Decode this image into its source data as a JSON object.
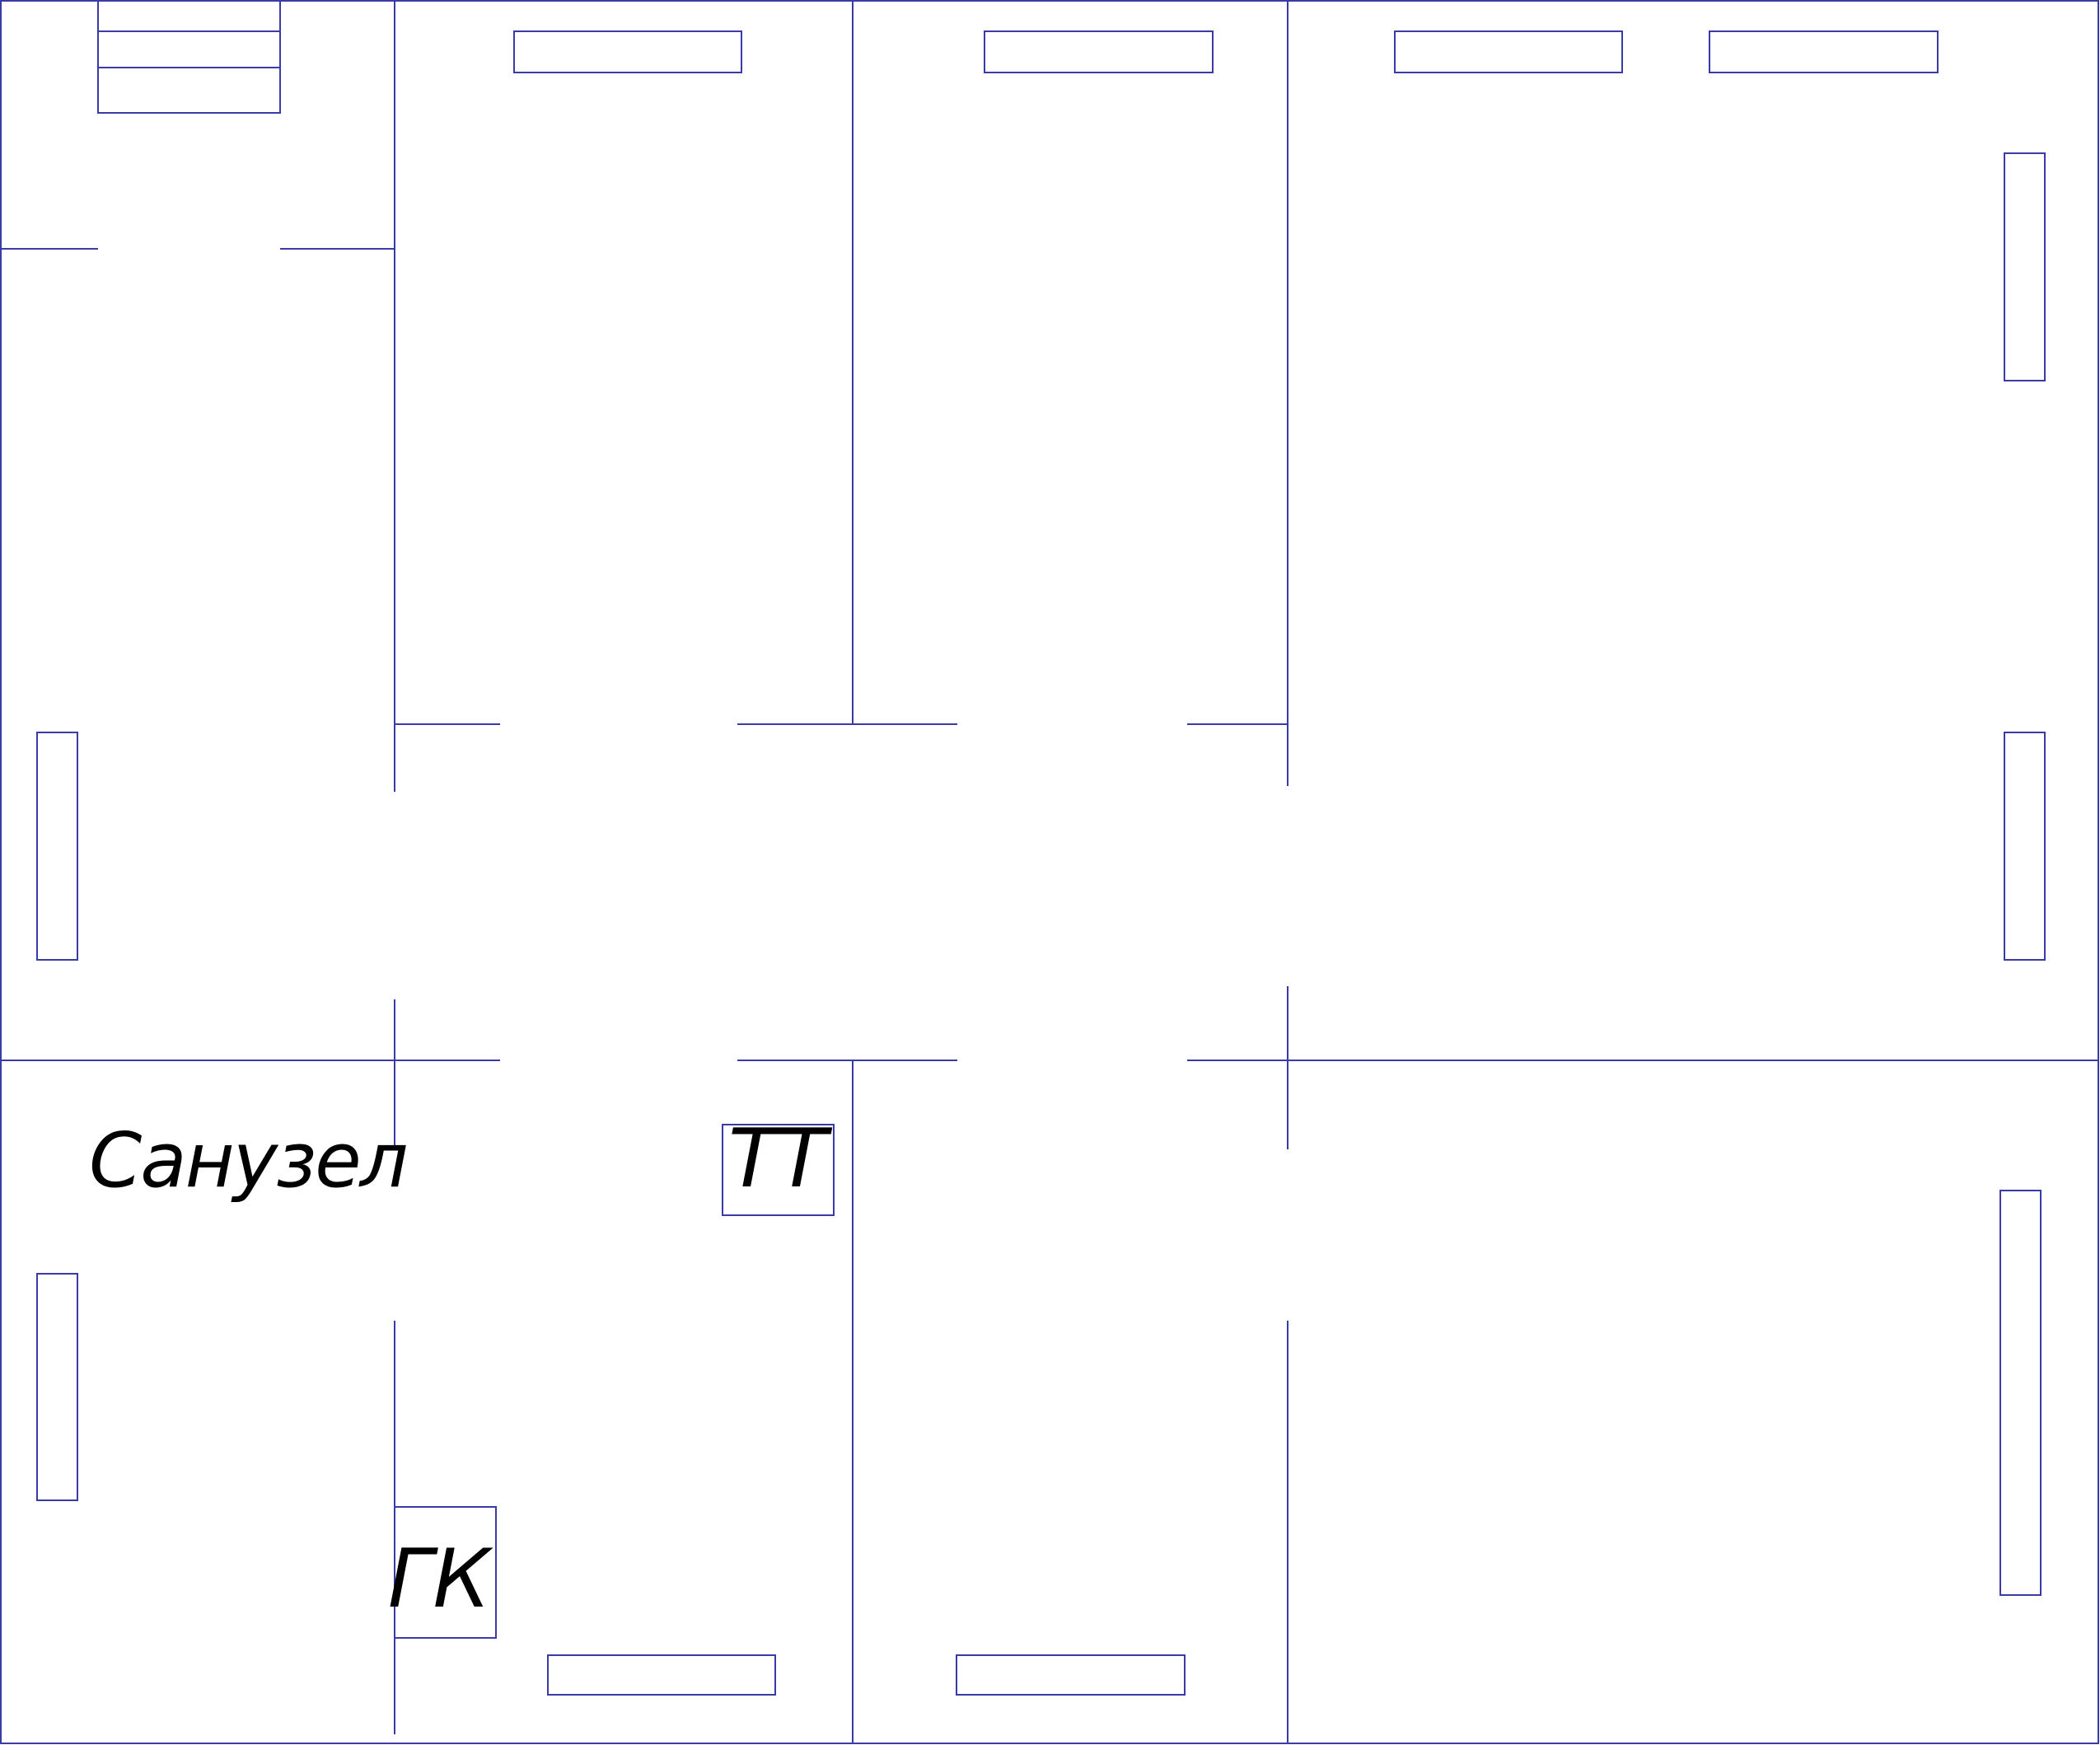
{
  "labels": {
    "bathroom": "Санузел",
    "box_tt": "ТТ",
    "box_gk": "ГК"
  },
  "colors": {
    "line": "#3b3ba8",
    "text": "#000000",
    "background": "#ffffff"
  }
}
